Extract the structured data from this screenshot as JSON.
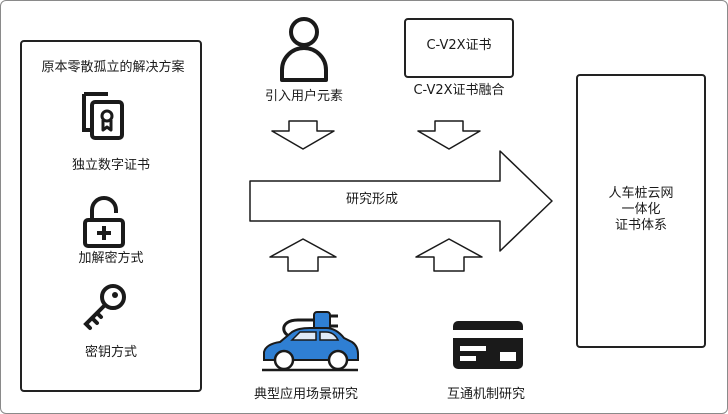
{
  "left_panel": {
    "title": "原本零散孤立的解决方案",
    "items": [
      {
        "label": "独立数字证书",
        "icon": "certificate-icon"
      },
      {
        "label": "加解密方式",
        "icon": "padlock-plus-icon"
      },
      {
        "label": "密钥方式",
        "icon": "key-icon"
      }
    ]
  },
  "top_inputs": {
    "user": {
      "label": "引入用户元素",
      "icon": "user-icon"
    },
    "cv2x": {
      "box_text": "C-V2X证书",
      "label": "C-V2X证书融合"
    }
  },
  "main_arrow": {
    "label": "研究形成"
  },
  "bottom_inputs": {
    "scenario": {
      "label": "典型应用场景研究",
      "icon": "electric-car-icon"
    },
    "interop": {
      "label": "互通机制研究",
      "icon": "card-icon"
    }
  },
  "result": {
    "lines": [
      "人车桩云网",
      "一体化",
      "证书体系"
    ]
  },
  "colors": {
    "car_blue": "#2f7fd3",
    "stroke": "#1a1a1a"
  }
}
